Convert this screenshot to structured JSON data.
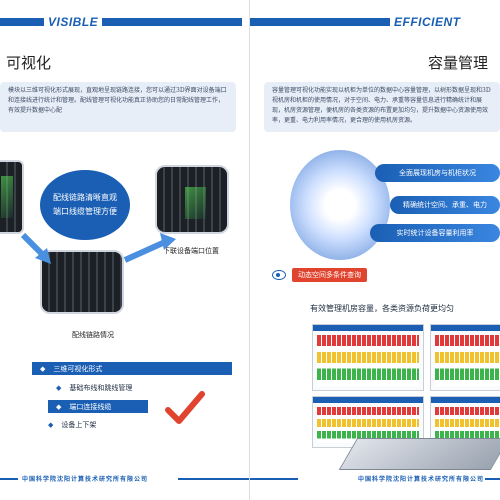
{
  "left": {
    "header_word": "VISIBLE",
    "title": "可视化",
    "intro": "模块以三维可视化形式展现，直观地呈现链路连接，您可以通过3D界面对设备端口和连接线进行统计和管理。配线管理可视化功能真正协助您的日常配线管理工作，有效提升数据中心配",
    "bubble_lines": [
      "配线链路清晰直观",
      "端口线缆管理方便"
    ],
    "caption_port": "下联设备端口位置",
    "caption_link": "配线链路情况",
    "list": [
      "三维可视化形式",
      "基础布线和跳线管理",
      "端口连接线缆",
      "设备上下架"
    ],
    "footer": "中国科学院沈阳计算技术研究所有限公司"
  },
  "right": {
    "header_word": "EFFICIENT",
    "title": "容量管理",
    "intro": "容量管理可视化功能实现以机柜为单位的数据中心容量管理，以树形数据呈现和3D视机房和机柜的使用情况，对于空间、电力、承重等容量信息进行精确统计和展现，机房资源管理，便机房的各类资源的布置更加均匀，提升数据中心资源使用效率，更重、电力利用率情况，更合理的使用机房资源。",
    "features": [
      "全面展现机房与机柜状况",
      "精确统计空间、承重、电力",
      "实时统计设备容量利用率"
    ],
    "query_label": "动态空间多条件查询",
    "subtitle": "有效管理机房容量，各类资源负荷更均匀",
    "footer": "中国科学院沈阳计算技术研究所有限公司"
  },
  "colors": {
    "accent": "#1a5fb4",
    "alert": "#e0442f",
    "check": "#e0442f"
  }
}
